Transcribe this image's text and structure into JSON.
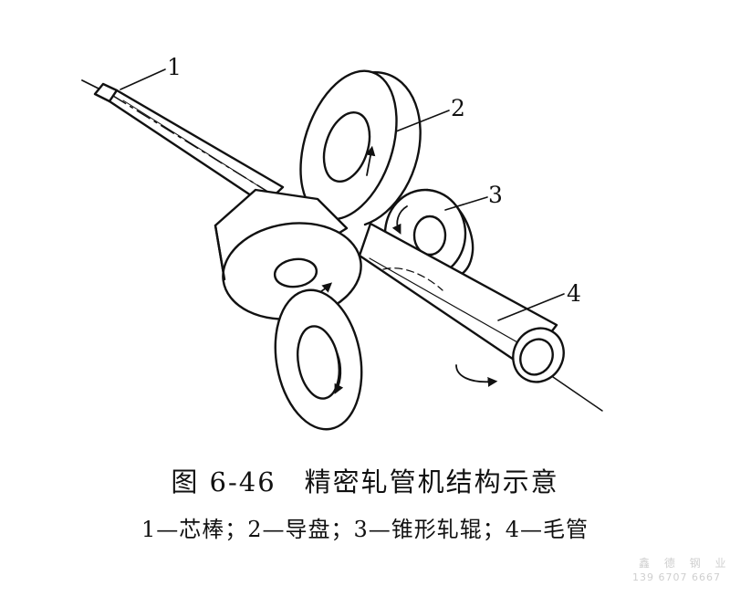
{
  "labels": {
    "l1": "1",
    "l2": "2",
    "l3": "3",
    "l4": "4"
  },
  "caption": {
    "title": "图 6-46　精密轧管机结构示意",
    "legend": "1—芯棒；2—导盘；3—锥形轧辊；4—毛管"
  },
  "watermark": {
    "line1": "鑫 德 钢 业",
    "line2": "139 6707 6667"
  }
}
